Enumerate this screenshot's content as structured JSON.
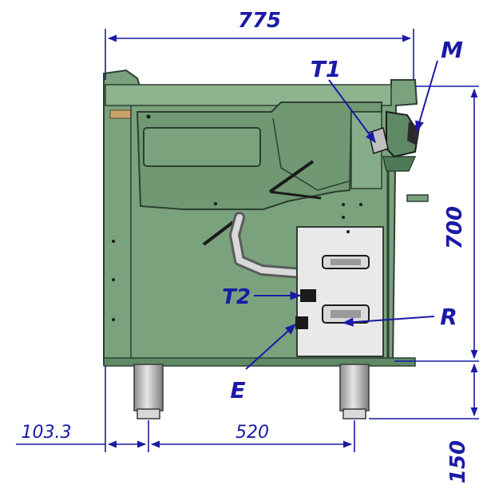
{
  "diagram": {
    "dimensions": {
      "overall_width": "775",
      "height": "700",
      "leg_height": "150",
      "leg_offset": "103.3",
      "leg_spacing": "520"
    },
    "callouts": {
      "t1": "T1",
      "m": "M",
      "t2": "T2",
      "r": "R",
      "e": "E"
    },
    "colors": {
      "body": "#7aa27d",
      "body_dark": "#4f7a57",
      "panel": "#e9e9e9",
      "leg": "#bfbfbf",
      "dimension": "#1a1aa6"
    }
  }
}
